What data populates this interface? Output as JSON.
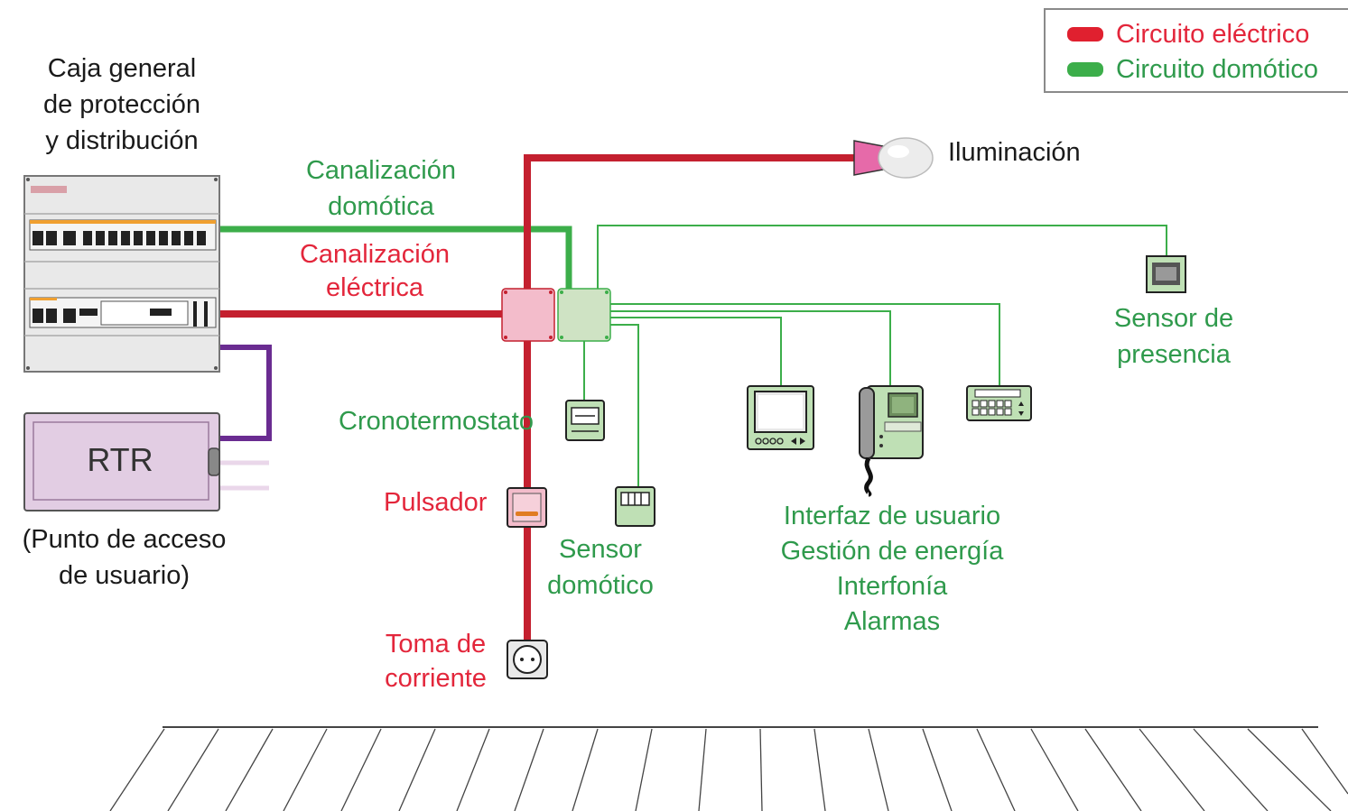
{
  "legend": {
    "electrical_label": "Circuito eléctrico",
    "domotic_label": "Circuito domótico"
  },
  "labels": {
    "panel_title": [
      "Caja general",
      "de protección",
      "y distribución"
    ],
    "canal_domotica": [
      "Canalización",
      "domótica"
    ],
    "canal_electrica": [
      "Canalización",
      "eléctrica"
    ],
    "rtr": "RTR",
    "rtr_caption": [
      "(Punto de acceso",
      "de usuario)"
    ],
    "iluminacion": "Iluminación",
    "sensor_presencia": [
      "Sensor de",
      "presencia"
    ],
    "cronotermostato": "Cronotermostato",
    "pulsador": "Pulsador",
    "sensor_domotico": [
      "Sensor",
      "domótico"
    ],
    "interfaz": [
      "Interfaz de usuario",
      "Gestión de energía",
      "Interfonía",
      "Alarmas"
    ],
    "toma": [
      "Toma de",
      "corriente"
    ]
  },
  "colors": {
    "electrical": "#c4202f",
    "electrical_text": "#e3263b",
    "domotic": "#3cae4a",
    "domotic_text": "#2f9a4c",
    "rtr_cable": "#6a2c91",
    "pink_box": "#f3bccb",
    "green_box": "#cfe3c4",
    "rtr_fill": "#e2cde3"
  }
}
